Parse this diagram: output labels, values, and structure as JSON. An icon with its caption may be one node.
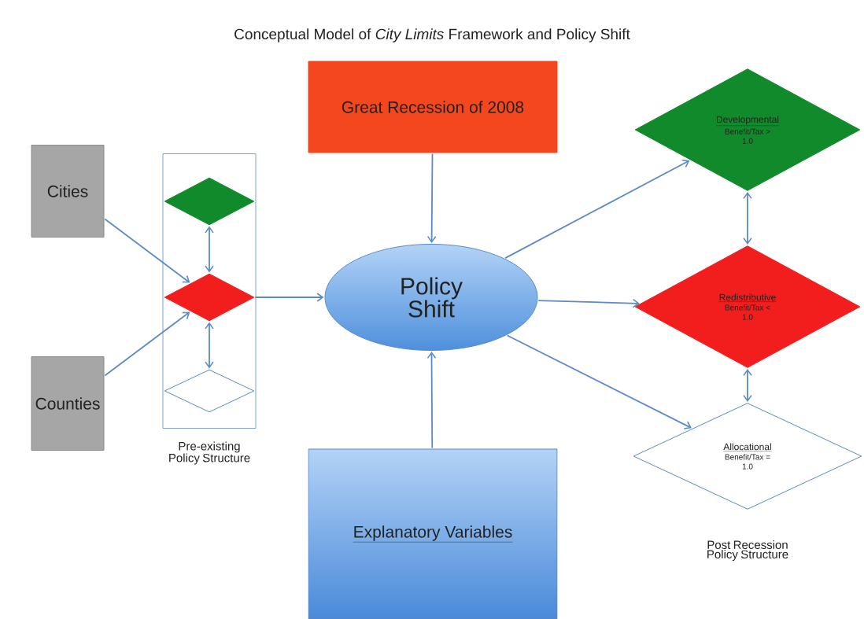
{
  "diagram": {
    "title": "Conceptual Model of *City Limits* Framework and Policy Shift",
    "nodes": [
      {
        "text": [
          "Cities"
        ]
      },
      {
        "text": [
          "Counties"
        ]
      },
      {
        "text": [
          "Pre-existing Policy Structure"
        ]
      },
      {
        "text": [],
        "shape": "diamond",
        "in": 2
      },
      {
        "text": [],
        "shape": "diamond",
        "in": 2
      },
      {
        "text": [],
        "shape": "diamond",
        "in": 2
      },
      {
        "text": [
          "Great Recession of 2008"
        ]
      },
      {
        "text": [
          "Policy Shift"
        ]
      },
      {
        "text": [
          "Explanatory Variables"
        ]
      },
      {
        "text": [
          "Developmental",
          "Benefit/Tax > 1.0"
        ]
      },
      {
        "text": [
          "Redistributive",
          "Benefit/Tax < 1.0"
        ]
      },
      {
        "text": [
          "Allocational",
          "Benefit/Tax = 1.0"
        ]
      }
    ],
    "edges": [
      {
        "from": 0,
        "to": 4,
        "arrow": "to"
      },
      {
        "from": 1,
        "to": 4,
        "arrow": "to"
      },
      {
        "from": 3,
        "to": 4,
        "arrow": "both"
      },
      {
        "from": 4,
        "to": 5,
        "arrow": "both"
      },
      {
        "from": 4,
        "to": 7,
        "arrow": "to"
      },
      {
        "from": 6,
        "to": 7,
        "arrow": "to"
      },
      {
        "from": 8,
        "to": 7,
        "arrow": "to"
      },
      {
        "from": 7,
        "to": 9,
        "arrow": "to"
      },
      {
        "from": 7,
        "to": 10,
        "arrow": "to"
      },
      {
        "from": 7,
        "to": 11,
        "arrow": "to"
      },
      {
        "from": 9,
        "to": 10,
        "arrow": "both"
      },
      {
        "from": 10,
        "to": 11,
        "arrow": "both"
      }
    ],
    "labels": [
      "Post Recession Policy Structure"
    ]
  }
}
